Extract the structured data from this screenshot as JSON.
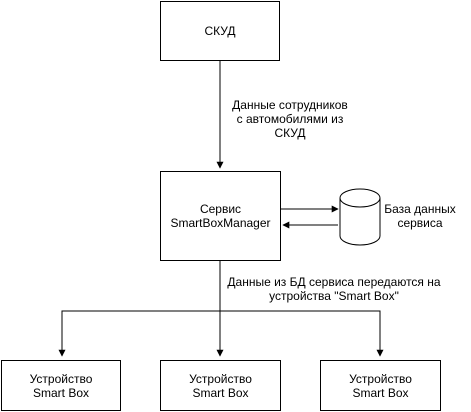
{
  "nodes": {
    "skud": {
      "label": "СКУД"
    },
    "service": {
      "line1": "Сервис",
      "line2": "SmartBoxManager"
    },
    "database": {
      "line1": "База данных",
      "line2": "сервиса"
    },
    "device_left": {
      "line1": "Устройство",
      "line2": "Smart Box"
    },
    "device_center": {
      "line1": "Устройство",
      "line2": "Smart Box"
    },
    "device_right": {
      "line1": "Устройство",
      "line2": "Smart Box"
    }
  },
  "edges": {
    "skud_to_service": {
      "line1": "Данные сотрудников",
      "line2": "с автомобилями из",
      "line3": "СКУД"
    },
    "service_to_devices": {
      "line1": "Данные из БД сервиса передаются на",
      "line2": "устройства \"Smart Box\""
    }
  },
  "colors": {
    "stroke": "#000000",
    "fill": "#ffffff"
  }
}
